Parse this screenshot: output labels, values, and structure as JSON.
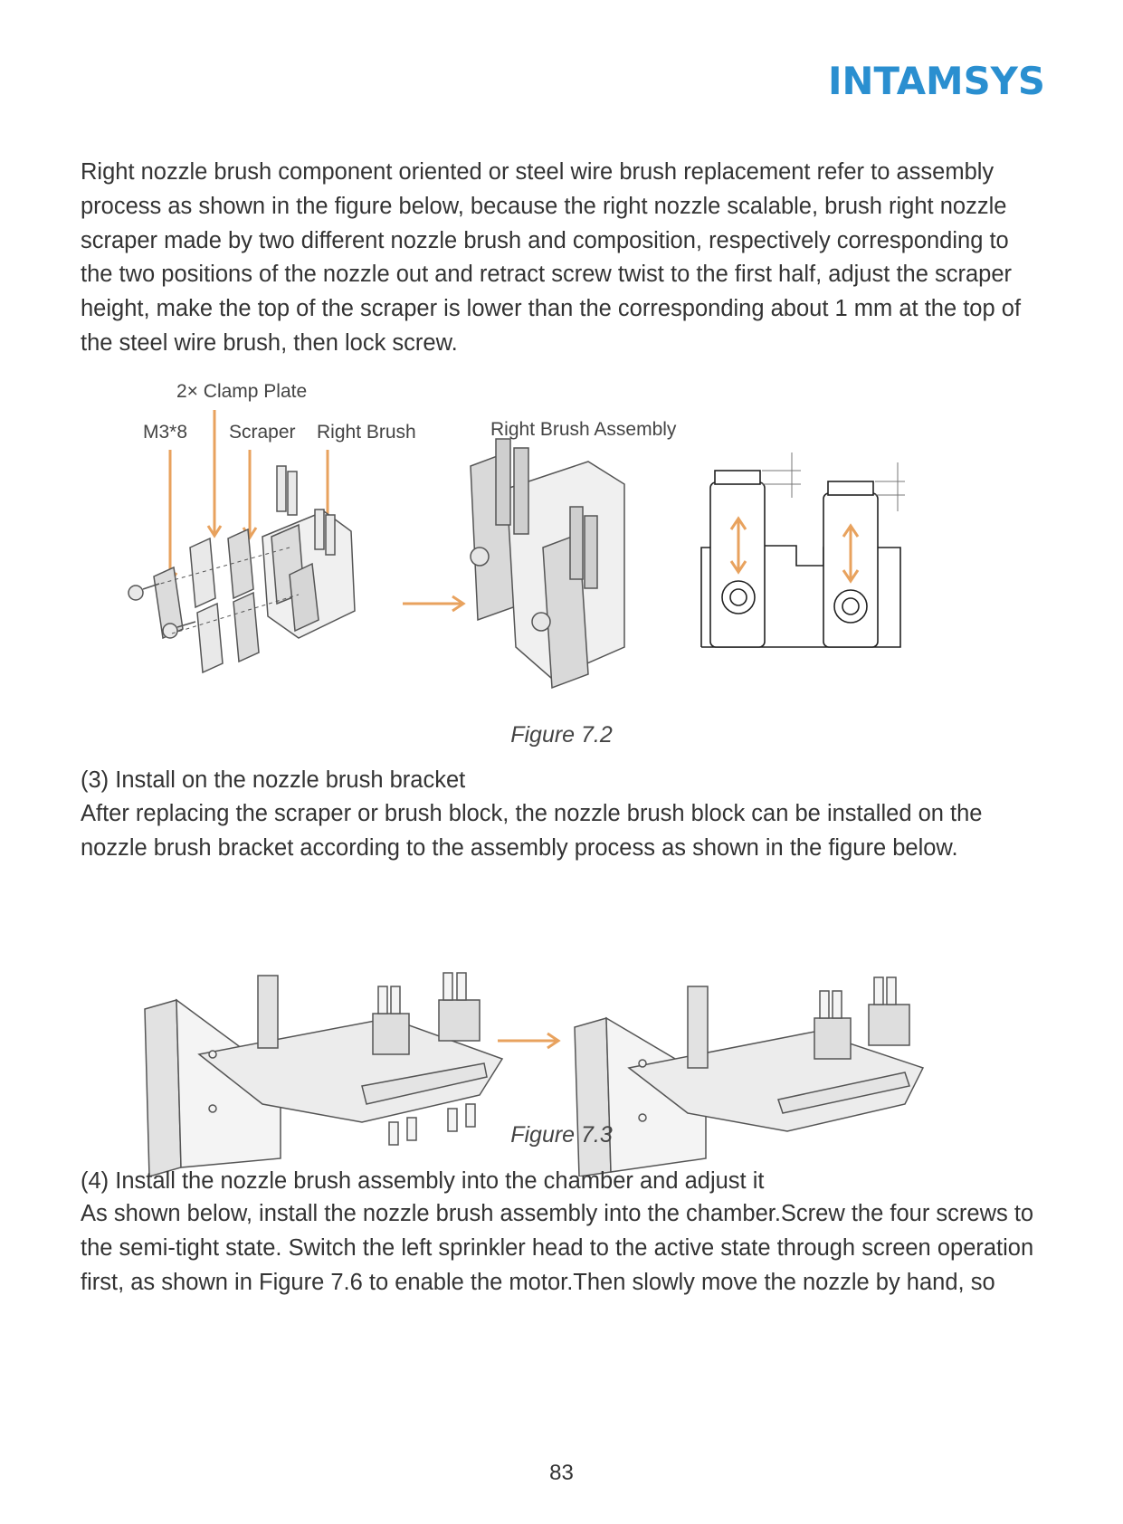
{
  "header": {
    "brand": "INTAMSYS",
    "brand_color": "#2a8fd0"
  },
  "paragraphs": {
    "p1_lines": [
      "Right nozzle brush component oriented or steel wire brush replacement refer to assembly",
      "process as shown in the figure below, because the right nozzle scalable, brush right nozzle",
      "scraper made by two different nozzle brush and composition, respectively corresponding to",
      "the two positions of the nozzle out and retract screw twist to the first half, adjust the scraper",
      "height, make the top of the scraper is lower than the corresponding about 1 mm at the top of",
      "the steel wire brush, then lock screw."
    ],
    "step3_heading": "(3) Install on the nozzle brush bracket",
    "p2_lines": [
      "After replacing the scraper or brush block, the nozzle brush block can be installed on the",
      "nozzle brush bracket according to the assembly process as shown in the figure below."
    ],
    "step4_heading": "(4) Install the nozzle brush assembly into the chamber and adjust it",
    "p3_lines": [
      "As shown below, install the nozzle brush assembly into the chamber.Screw the four screws to",
      "the semi-tight state. Switch the left sprinkler head to the active state through screen operation",
      "first, as shown in Figure 7.6 to enable the motor.Then slowly move the nozzle by hand, so"
    ]
  },
  "figure_7_2": {
    "labels": {
      "clamp_plate": "2× Clamp Plate",
      "m3": "M3*8",
      "scraper": "Scraper",
      "right_brush": "Right Brush",
      "assembly": "Right Brush Assembly"
    },
    "caption": "Figure 7.2",
    "arrow_color": "#e8a25e"
  },
  "figure_7_3": {
    "caption": "Figure 7.3"
  },
  "footer": {
    "page_number": "83"
  }
}
